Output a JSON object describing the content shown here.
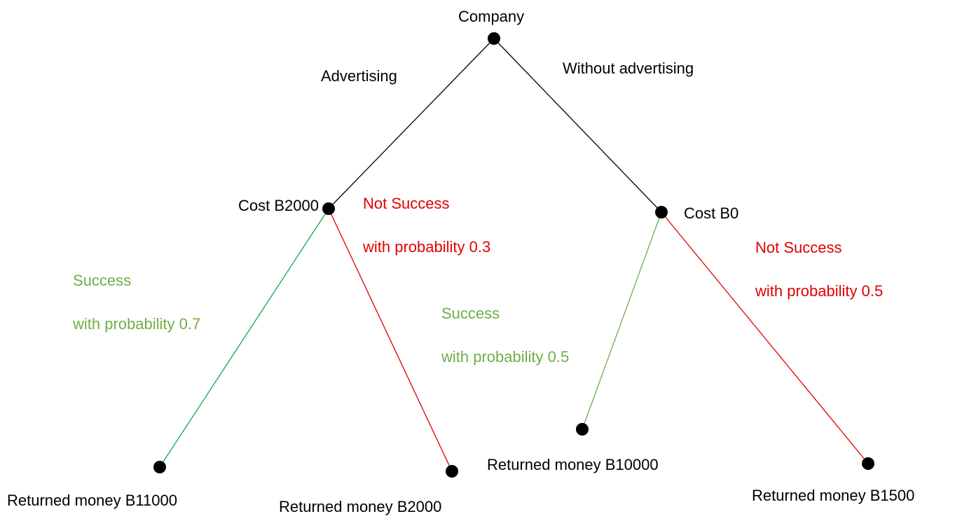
{
  "root": {
    "label": "Company"
  },
  "branches": {
    "advertising": {
      "label": "Advertising",
      "node_label": "Cost B2000"
    },
    "without_advertising": {
      "label": "Without advertising",
      "node_label": "Cost B0"
    }
  },
  "outcomes": {
    "adv_success": {
      "title": "Success",
      "prob_text": "with probability 0.7",
      "probability": 0.7,
      "result": "Returned money B11000"
    },
    "adv_fail": {
      "title": "Not Success",
      "prob_text": "with probability 0.3",
      "probability": 0.3,
      "result": "Returned money B2000"
    },
    "noadv_success": {
      "title": "Success",
      "prob_text": "with probability 0.5",
      "probability": 0.5,
      "result": "Returned money B10000"
    },
    "noadv_fail": {
      "title": "Not Success",
      "prob_text": "with probability 0.5",
      "probability": 0.5,
      "result": "Returned money B1500"
    }
  },
  "colors": {
    "success": "#70ad47",
    "success_line": "#00b050",
    "fail": "#e00000",
    "node": "#000000"
  }
}
